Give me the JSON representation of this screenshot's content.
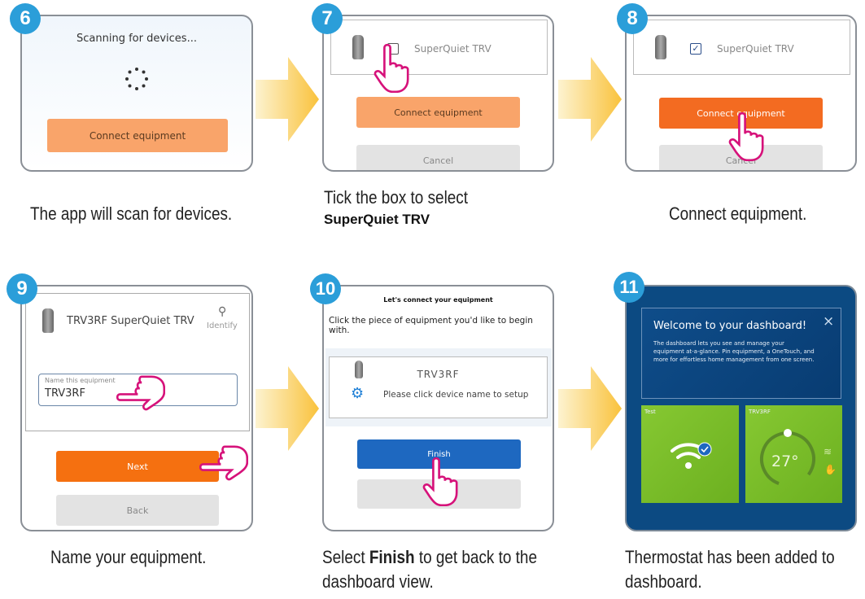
{
  "steps": [
    {
      "number": "6",
      "screen": {
        "title": "Scanning for devices...",
        "button": "Connect equipment"
      },
      "caption": "The app will scan for devices."
    },
    {
      "number": "7",
      "screen": {
        "device": "SuperQuiet TRV",
        "checked": false,
        "button": "Connect equipment",
        "cancel": "Cancel"
      },
      "caption_line1": "Tick the box to select",
      "caption_bold": "SuperQuiet TRV"
    },
    {
      "number": "8",
      "screen": {
        "device": "SuperQuiet TRV",
        "checked": true,
        "button": "Connect equipment",
        "cancel": "Cancel"
      },
      "caption": "Connect equipment."
    },
    {
      "number": "9",
      "screen": {
        "device": "TRV3RF SuperQuiet TRV",
        "identify": "Identify",
        "field_label": "Name this equipment",
        "field_value": "TRV3RF",
        "next": "Next",
        "back": "Back"
      },
      "caption": "Name your equipment."
    },
    {
      "number": "10",
      "screen": {
        "heading": "Let's connect your equipment",
        "subheading": "Click the piece of equipment you'd like to begin with.",
        "device": "TRV3RF",
        "setup_hint": "Please click device name to setup",
        "finish": "Finish",
        "cancel": "C"
      },
      "caption_pre": "Select ",
      "caption_bold": "Finish",
      "caption_post": " to get back to the",
      "caption_line2": "dashboard view."
    },
    {
      "number": "11",
      "screen": {
        "welcome_title": "Welcome to your dashboard!",
        "welcome_text": "The dashboard lets you see and manage your equipment at-a-glance. Pin equipment, a OneTouch, and more for effortless home management from one screen.",
        "close": "×",
        "tile1": "Test",
        "tile2": "TRV3RF",
        "temperature": "27°"
      },
      "caption_line1": "Thermostat has been added to",
      "caption_line2": "dashboard."
    }
  ],
  "colors": {
    "badge": "#2b9ed9",
    "arrow": "#f9c74f",
    "orange": "#f9a46a",
    "orange_dark": "#f36b21",
    "blue": "#1e68c0",
    "dashboard": "#0c4a82",
    "tile": "#7cbf2a"
  }
}
